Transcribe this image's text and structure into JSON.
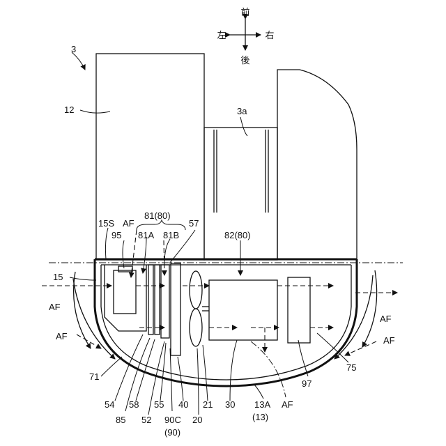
{
  "figure": {
    "compass": {
      "front": "前",
      "back": "後",
      "left": "左",
      "right": "右"
    },
    "labels": {
      "l3": "3",
      "l12": "12",
      "l3a": "3a",
      "l15S": "15S",
      "lAF_top": "AF",
      "l81_80": "81(80)",
      "l57": "57",
      "l95": "95",
      "l81A": "81A",
      "l81B": "81B",
      "l82_80": "82(80)",
      "l15": "15",
      "lAF_left1": "AF",
      "lAF_left2": "AF",
      "lAF_right1": "AF",
      "lAF_right2": "AF",
      "lAF_bottom": "AF",
      "l71": "71",
      "l75": "75",
      "l97": "97",
      "l54": "54",
      "l85": "85",
      "l58": "58",
      "l52": "52",
      "l55": "55",
      "l40": "40",
      "l90C": "90C",
      "l90": "(90)",
      "l20": "20",
      "l21": "21",
      "l30": "30",
      "l13A": "13A",
      "l13": "(13)"
    }
  }
}
